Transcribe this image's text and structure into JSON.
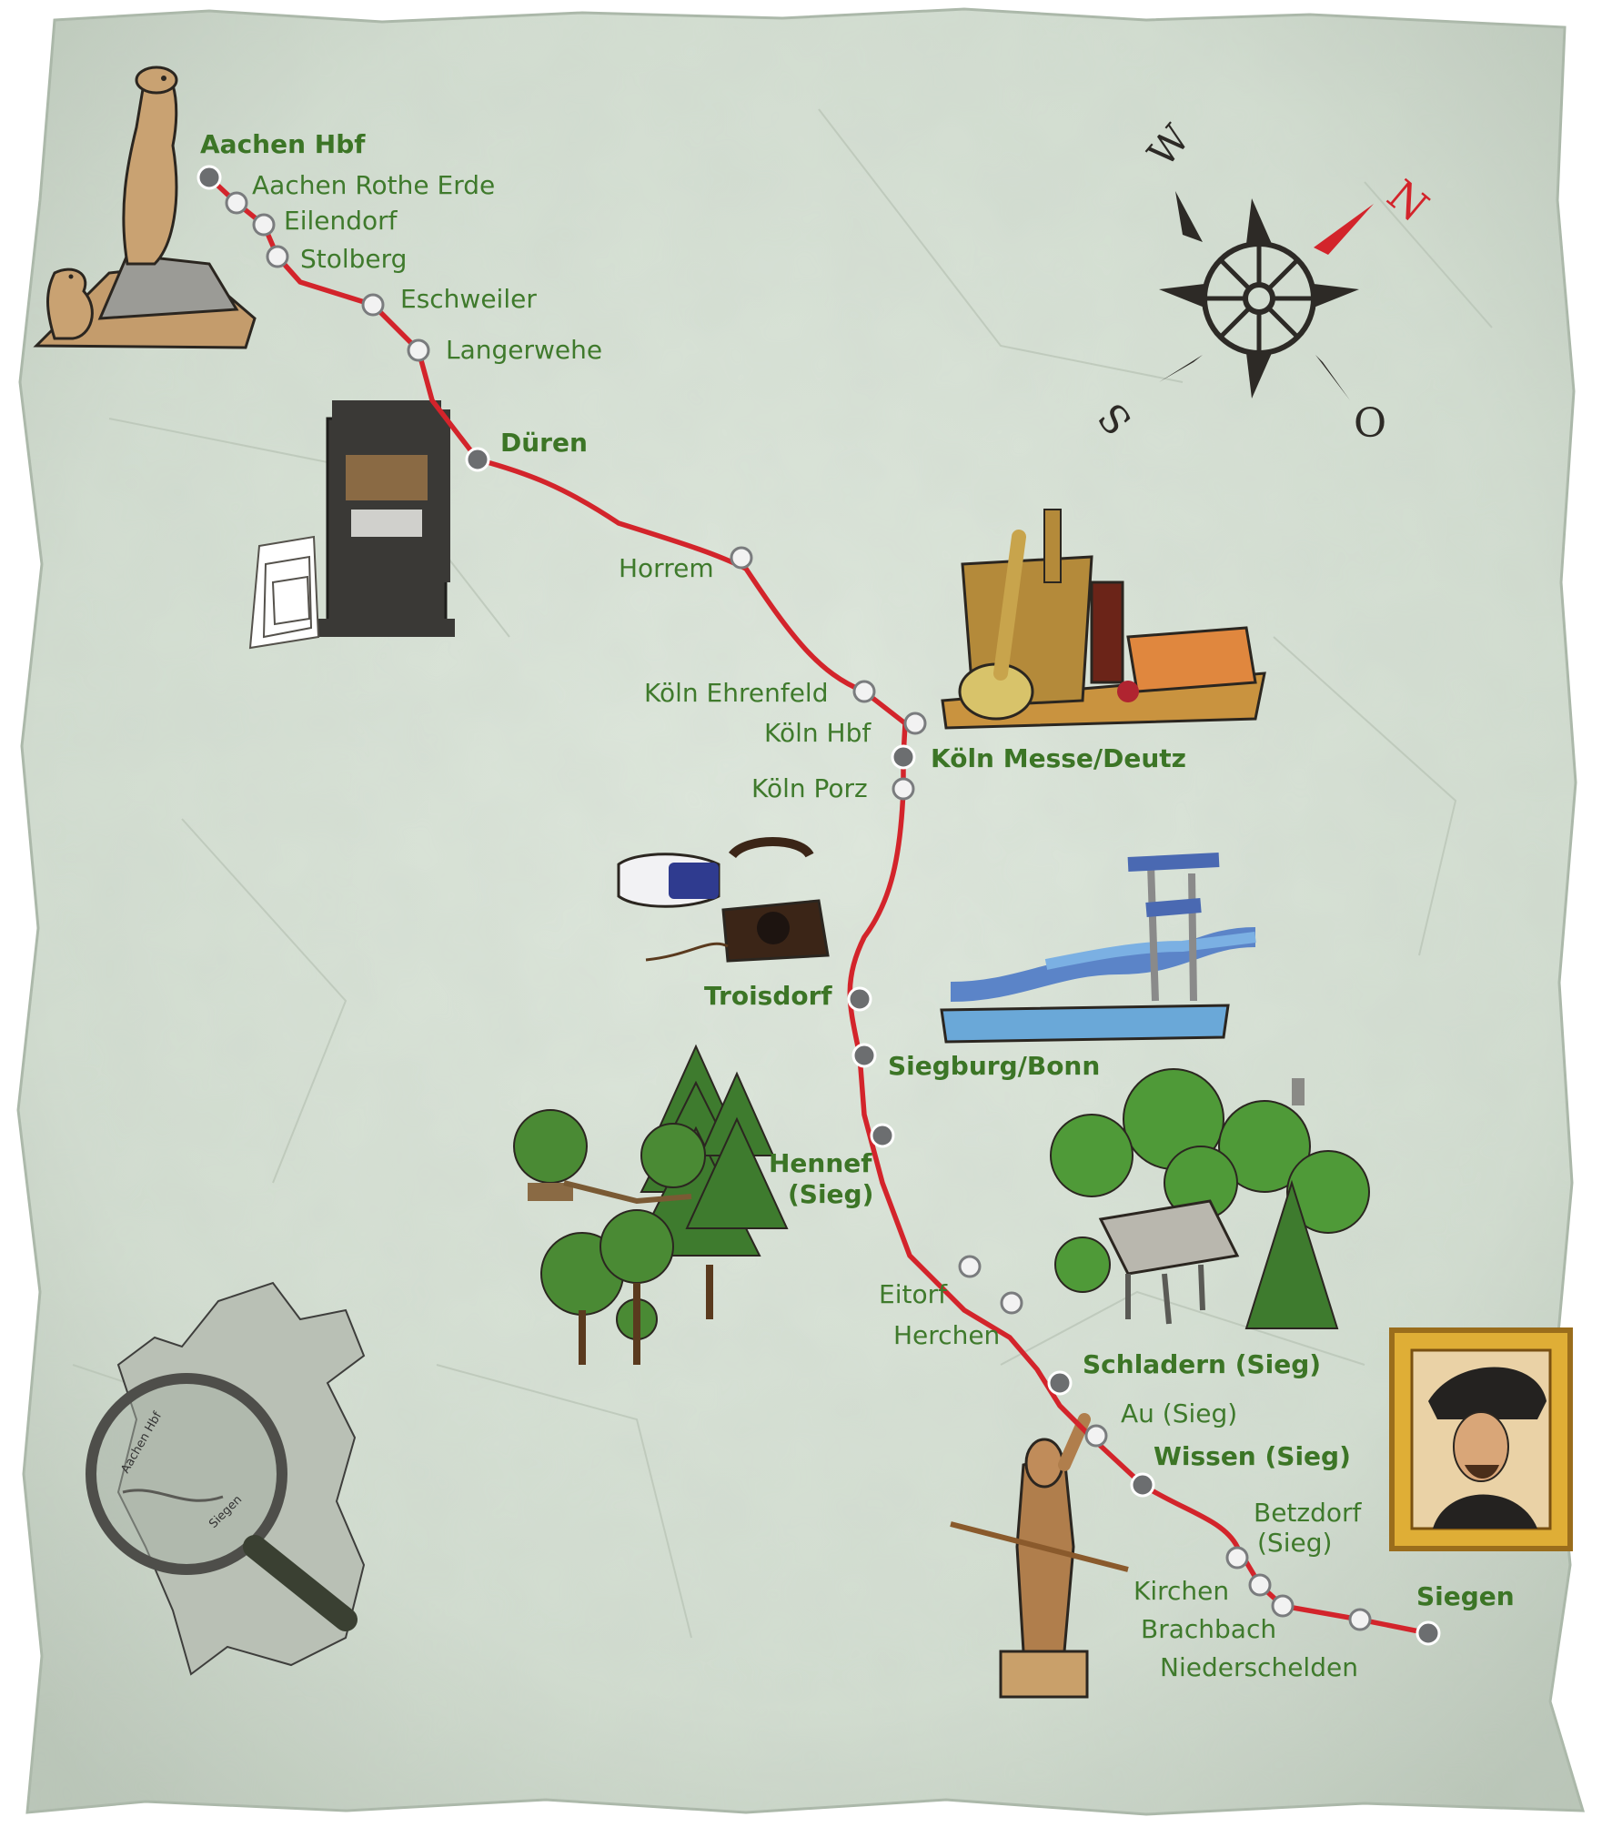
{
  "route": {
    "line_color": "#d3242b",
    "stations": [
      {
        "id": "aachen-hbf",
        "name": "Aachen Hbf",
        "major": true
      },
      {
        "id": "aachen-rothe-erde",
        "name": "Aachen Rothe Erde",
        "major": false
      },
      {
        "id": "eilendorf",
        "name": "Eilendorf",
        "major": false
      },
      {
        "id": "stolberg",
        "name": "Stolberg",
        "major": false
      },
      {
        "id": "eschweiler",
        "name": "Eschweiler",
        "major": false
      },
      {
        "id": "langerwehe",
        "name": "Langerwehe",
        "major": false
      },
      {
        "id": "dueren",
        "name": "Düren",
        "major": true
      },
      {
        "id": "horrem",
        "name": "Horrem",
        "major": false
      },
      {
        "id": "koeln-ehrenfeld",
        "name": "Köln Ehrenfeld",
        "major": false
      },
      {
        "id": "koeln-hbf",
        "name": "Köln Hbf",
        "major": false
      },
      {
        "id": "koeln-messe-deutz",
        "name": "Köln Messe/Deutz",
        "major": true
      },
      {
        "id": "koeln-porz",
        "name": "Köln Porz",
        "major": false
      },
      {
        "id": "troisdorf",
        "name": "Troisdorf",
        "major": true
      },
      {
        "id": "siegburg-bonn",
        "name": "Siegburg/Bonn",
        "major": true
      },
      {
        "id": "hennef-sieg",
        "name": "Hennef",
        "name2": "(Sieg)",
        "major": true
      },
      {
        "id": "eitorf",
        "name": "Eitorf",
        "major": false
      },
      {
        "id": "herchen",
        "name": "Herchen",
        "major": false
      },
      {
        "id": "schladern-sieg",
        "name": "Schladern (Sieg)",
        "major": true
      },
      {
        "id": "au-sieg",
        "name": "Au (Sieg)",
        "major": false
      },
      {
        "id": "wissen-sieg",
        "name": "Wissen (Sieg)",
        "major": true
      },
      {
        "id": "betzdorf-sieg",
        "name": "Betzdorf",
        "name2": "(Sieg)",
        "major": false
      },
      {
        "id": "kirchen",
        "name": "Kirchen",
        "major": false
      },
      {
        "id": "brachbach",
        "name": "Brachbach",
        "major": false
      },
      {
        "id": "niederschelden",
        "name": "Niederschelden",
        "major": false
      },
      {
        "id": "siegen",
        "name": "Siegen",
        "major": true
      }
    ]
  },
  "compass": {
    "labels": [
      "W",
      "N",
      "S",
      "O"
    ],
    "needle_color": "#d3242b"
  },
  "inset_map": {
    "labels": [
      "Aachen Hbf",
      "Siegen"
    ]
  },
  "colors": {
    "paper": "#d6e0d4",
    "label_green": "#3f7a2c",
    "major_dot": "#6c6e70",
    "minor_dot": "#f2f2f2"
  }
}
